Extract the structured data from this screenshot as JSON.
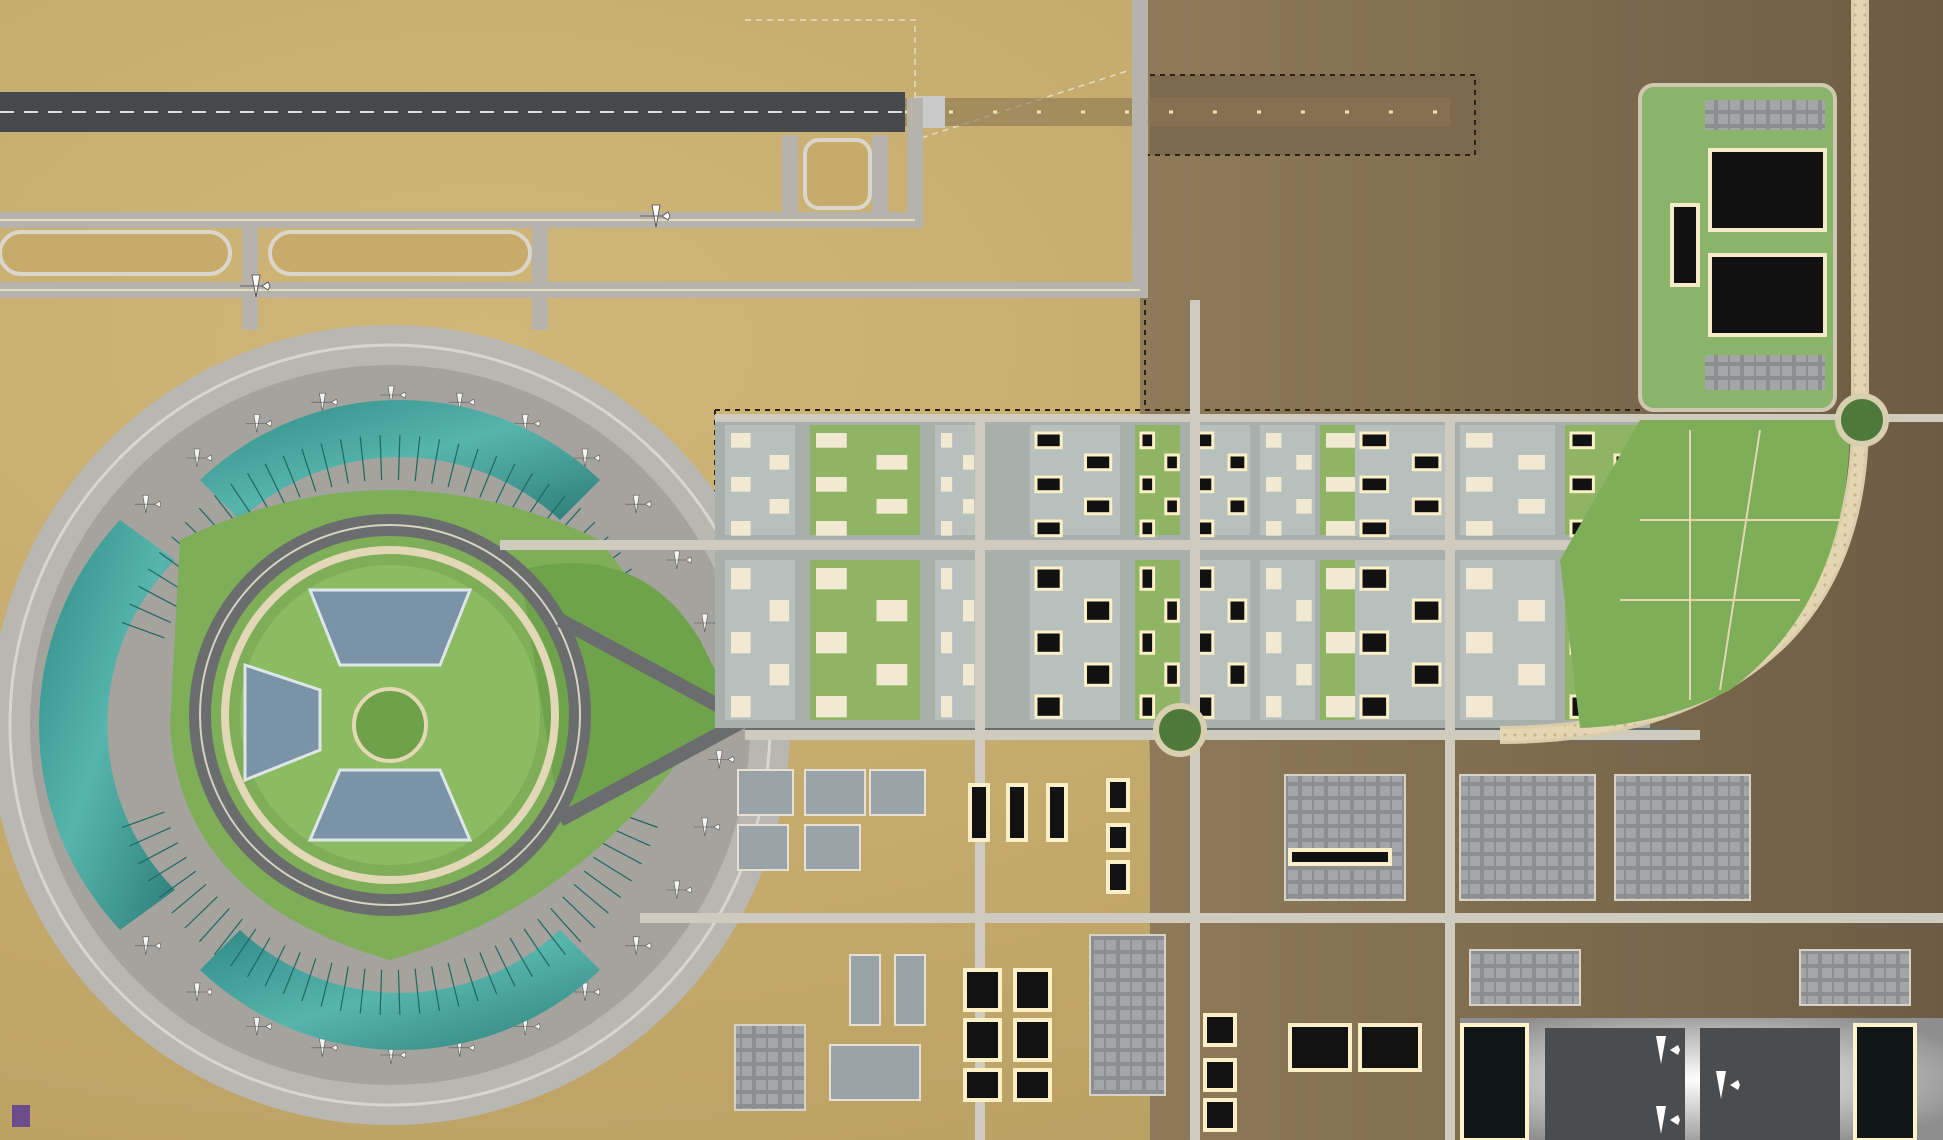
{
  "map": {
    "kind": "airport-city master plan aerial",
    "labels": [],
    "colors": {
      "sand": "#c9ae70",
      "dark_ground": "#7c6a4f",
      "tarmac": "#b4b1aa",
      "runway": "#4a4c4e",
      "terminal_teal": "#3f9e98",
      "park_green": "#82b35b",
      "dark_building": "#141414",
      "light_building": "#f0e8d2",
      "parking_grey": "#9a9a9c"
    },
    "features": {
      "runway": "runway",
      "terminal": "circular-terminal",
      "loop_road": "loop-road",
      "roundabouts": [
        "roundabout-central",
        "roundabout-east"
      ],
      "hangars": "hangar-row",
      "city_blocks": "urban-blocks",
      "parking": "parking-lots"
    }
  }
}
